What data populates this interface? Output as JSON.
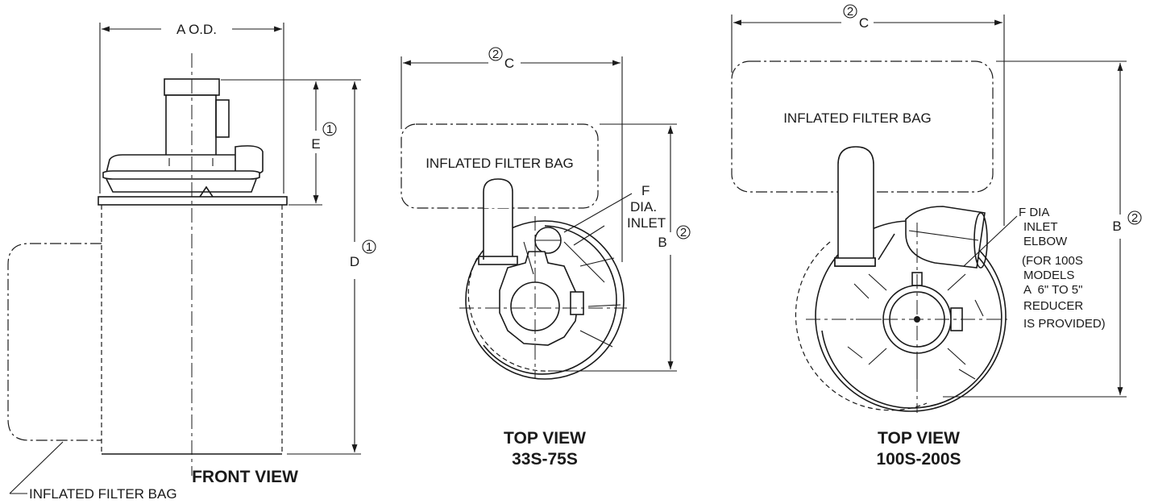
{
  "front_view": {
    "dim_a": "A O.D.",
    "dim_d": "D",
    "dim_d_note": "①",
    "dim_e": "E",
    "dim_e_note": "①",
    "bag_label": "INFLATED FILTER BAG",
    "title": "FRONT VIEW"
  },
  "top_view_small": {
    "dim_c": "C",
    "dim_c_note": "②",
    "dim_b": "B",
    "dim_b_note": "②",
    "bag_label": "INFLATED FILTER BAG",
    "inlet_lines": [
      "F",
      "DIA.",
      "INLET"
    ],
    "title_line1": "TOP VIEW",
    "title_line2": "33S-75S"
  },
  "top_view_large": {
    "dim_c": "C",
    "dim_c_note": "②",
    "dim_b": "B",
    "dim_b_note": "②",
    "bag_label": "INFLATED FILTER BAG",
    "inlet_lines": [
      "F DIA",
      "INLET",
      "ELBOW",
      "(FOR 100S",
      "MODELS",
      "A  6\" TO 5\"",
      "REDUCER",
      "IS PROVIDED)"
    ],
    "title_line1": "TOP VIEW",
    "title_line2": "100S-200S"
  },
  "icons": {
    "arrow": "arrowhead-icon",
    "note_marker": "circled-number-icon"
  }
}
